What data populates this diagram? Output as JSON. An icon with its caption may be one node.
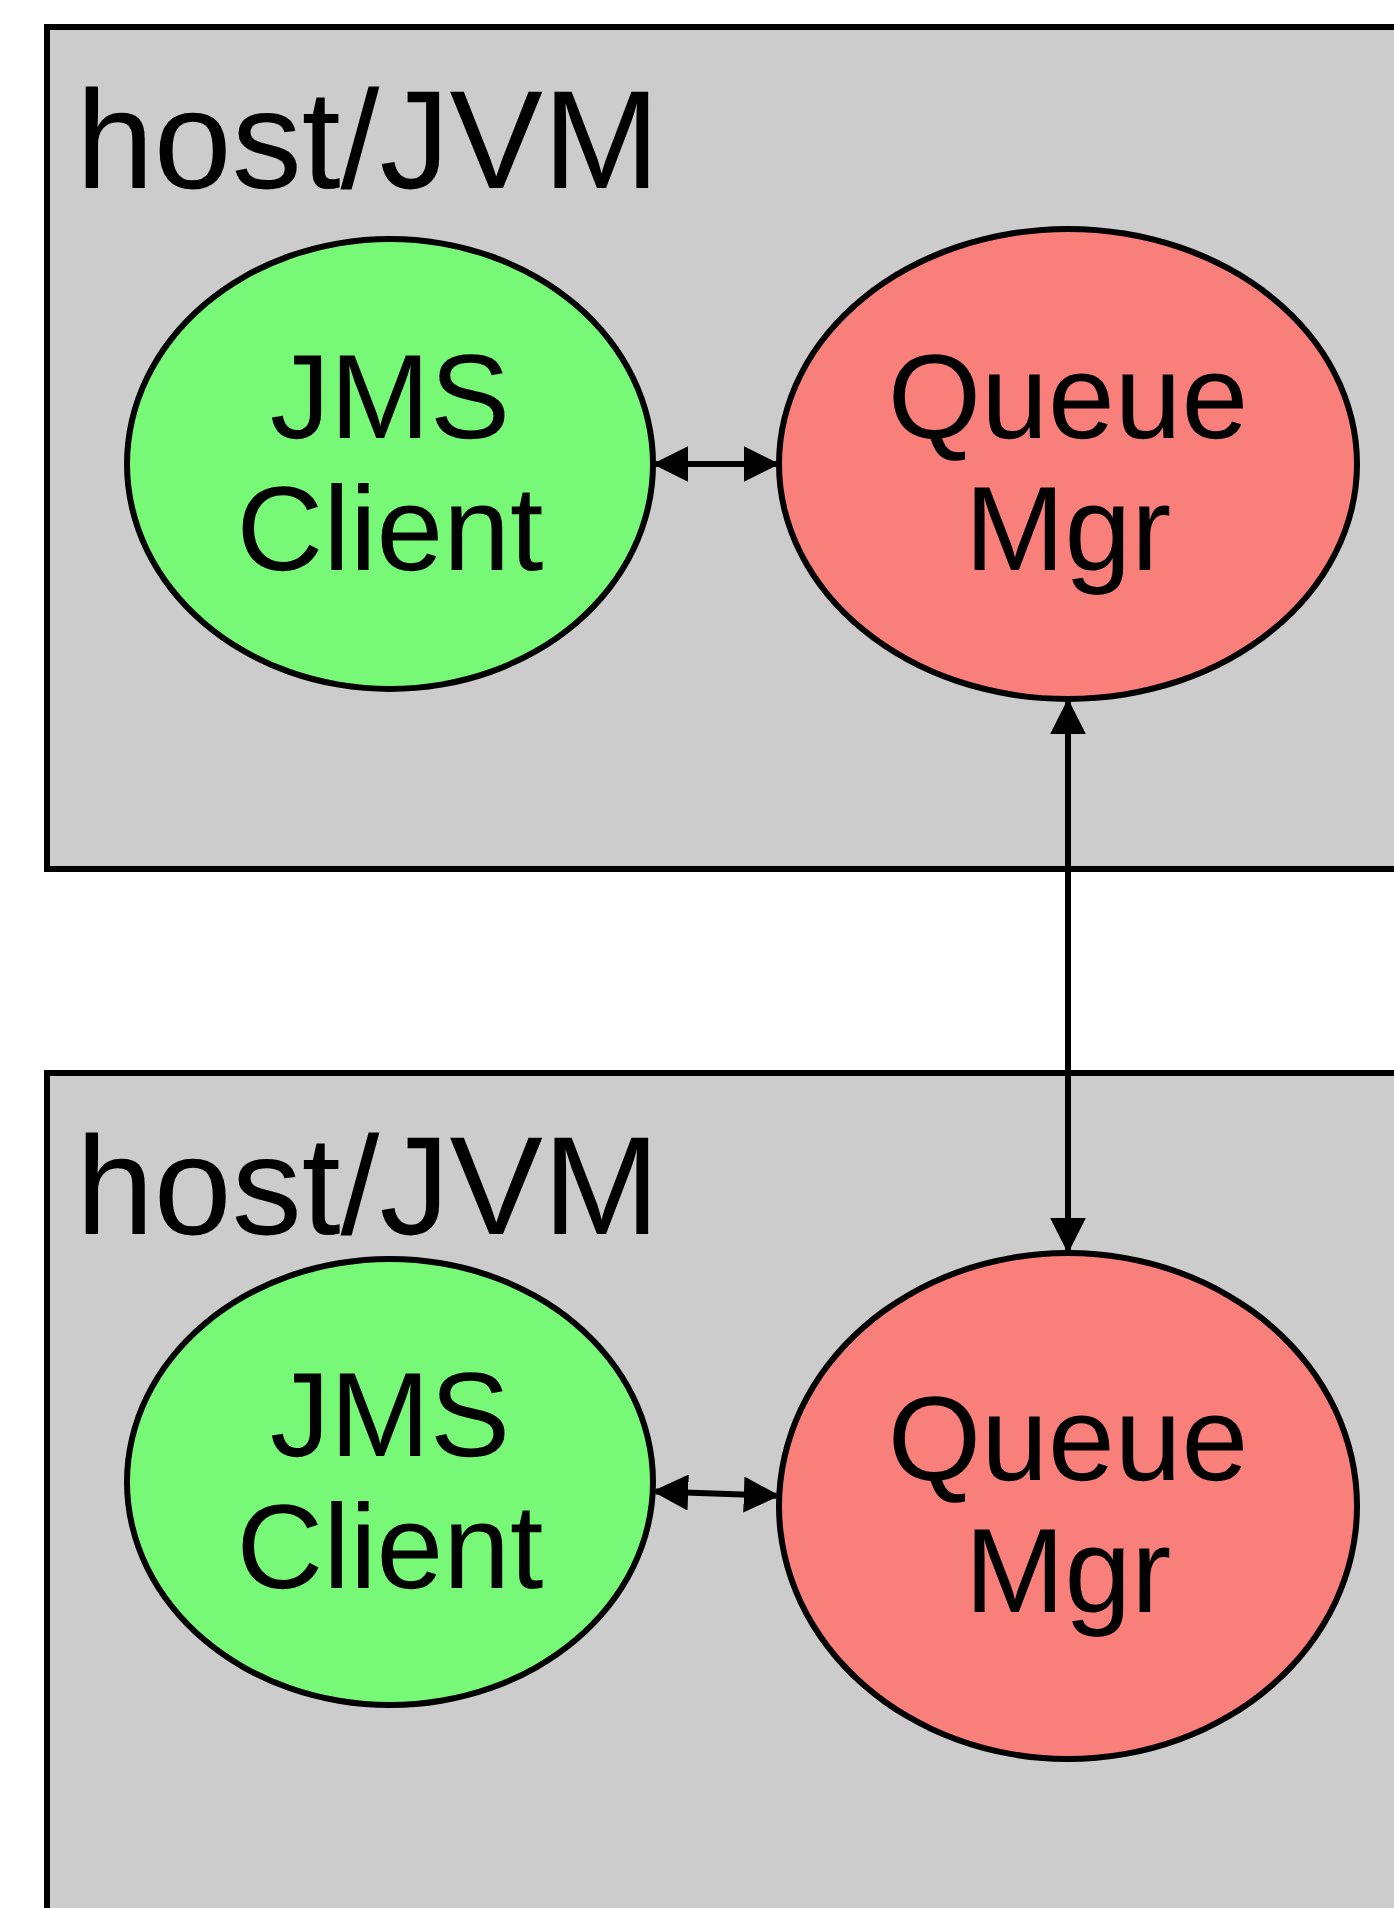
{
  "diagram": {
    "nodes": [
      {
        "text": [
          "host/JVM"
        ]
      },
      {
        "text": [
          "JMS Client"
        ],
        "in": 0
      },
      {
        "text": [
          "Queue Mgr"
        ],
        "in": 0
      },
      {
        "text": [
          "host/JVM"
        ]
      },
      {
        "text": [
          "JMS Client"
        ],
        "in": 3
      },
      {
        "text": [
          "Queue Mgr"
        ],
        "in": 3
      }
    ],
    "edges": [
      {
        "from": 1,
        "to": 2,
        "arrow": "both"
      },
      {
        "from": 2,
        "to": 5,
        "arrow": "both"
      },
      {
        "from": 4,
        "to": 5,
        "arrow": "both"
      }
    ]
  }
}
